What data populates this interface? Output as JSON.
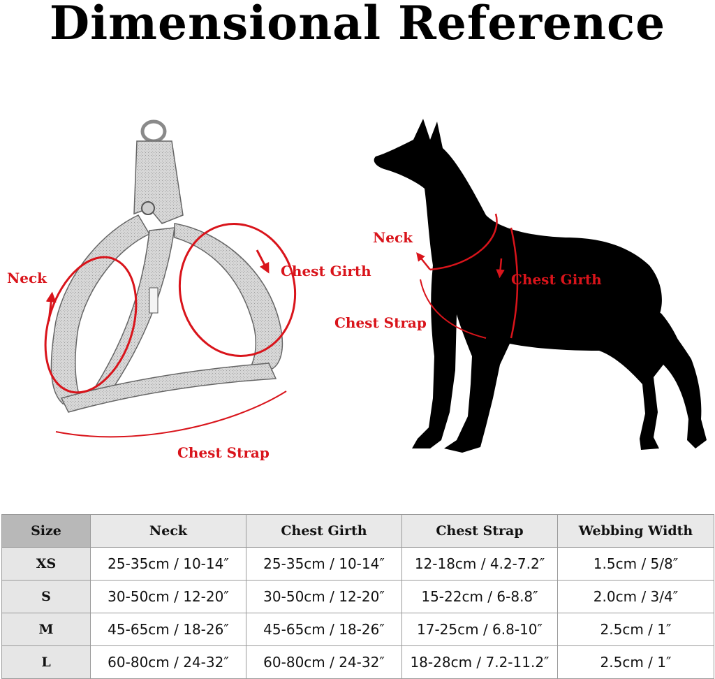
{
  "title": "Dimensional Reference",
  "harness_labels": {
    "neck": "Neck",
    "chest_girth": "Chest Girth",
    "chest_strap": "Chest Strap"
  },
  "dog_labels": {
    "neck": "Neck",
    "chest_girth": "Chest Girth",
    "chest_strap": "Chest Strap"
  },
  "accent_color": "#d9141b",
  "table": {
    "headers": [
      "Size",
      "Neck",
      "Chest Girth",
      "Chest Strap",
      "Webbing Width"
    ],
    "rows": [
      {
        "size": "XS",
        "neck": "25-35cm / 10-14″",
        "chest_girth": "25-35cm / 10-14″",
        "chest_strap": "12-18cm / 4.2-7.2″",
        "webbing": "1.5cm / 5/8″"
      },
      {
        "size": "S",
        "neck": "30-50cm / 12-20″",
        "chest_girth": "30-50cm / 12-20″",
        "chest_strap": "15-22cm / 6-8.8″",
        "webbing": "2.0cm / 3/4″"
      },
      {
        "size": "M",
        "neck": "45-65cm / 18-26″",
        "chest_girth": "45-65cm / 18-26″",
        "chest_strap": "17-25cm / 6.8-10″",
        "webbing": "2.5cm / 1″"
      },
      {
        "size": "L",
        "neck": "60-80cm / 24-32″",
        "chest_girth": "60-80cm / 24-32″",
        "chest_strap": "18-28cm / 7.2-11.2″",
        "webbing": "2.5cm / 1″"
      }
    ]
  }
}
